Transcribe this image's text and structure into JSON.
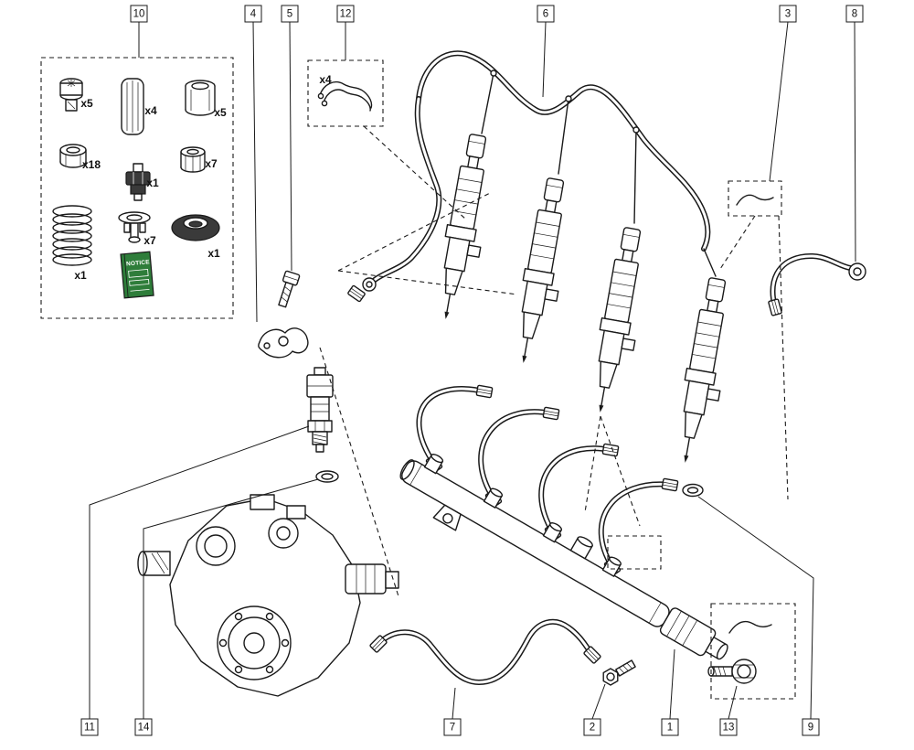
{
  "colors": {
    "line": "#1a1a1a",
    "background": "#ffffff",
    "notice_green": "#2e7d3a"
  },
  "callouts": {
    "top": [
      {
        "label": "10"
      },
      {
        "label": "4"
      },
      {
        "label": "5"
      },
      {
        "label": "12"
      },
      {
        "label": "6"
      },
      {
        "label": "3"
      },
      {
        "label": "8"
      }
    ],
    "bottom": [
      {
        "label": "11"
      },
      {
        "label": "14"
      },
      {
        "label": "7"
      },
      {
        "label": "2"
      },
      {
        "label": "1"
      },
      {
        "label": "13"
      },
      {
        "label": "9"
      }
    ]
  },
  "kit_box": {
    "items": [
      {
        "name": "torx-screw",
        "qty": "x5"
      },
      {
        "name": "filter-cartridge",
        "qty": "x4"
      },
      {
        "name": "sleeve",
        "qty": "x5"
      },
      {
        "name": "flanged-bushing",
        "qty": "x18"
      },
      {
        "name": "valve",
        "qty": "x1"
      },
      {
        "name": "union-nut",
        "qty": "x7"
      },
      {
        "name": "spring",
        "qty": "x1"
      },
      {
        "name": "cap-valve",
        "qty": "x7"
      },
      {
        "name": "seal-ring",
        "qty": "x1"
      }
    ],
    "notice_label": "NOTICE"
  },
  "clip_box": {
    "qty": "x4"
  }
}
